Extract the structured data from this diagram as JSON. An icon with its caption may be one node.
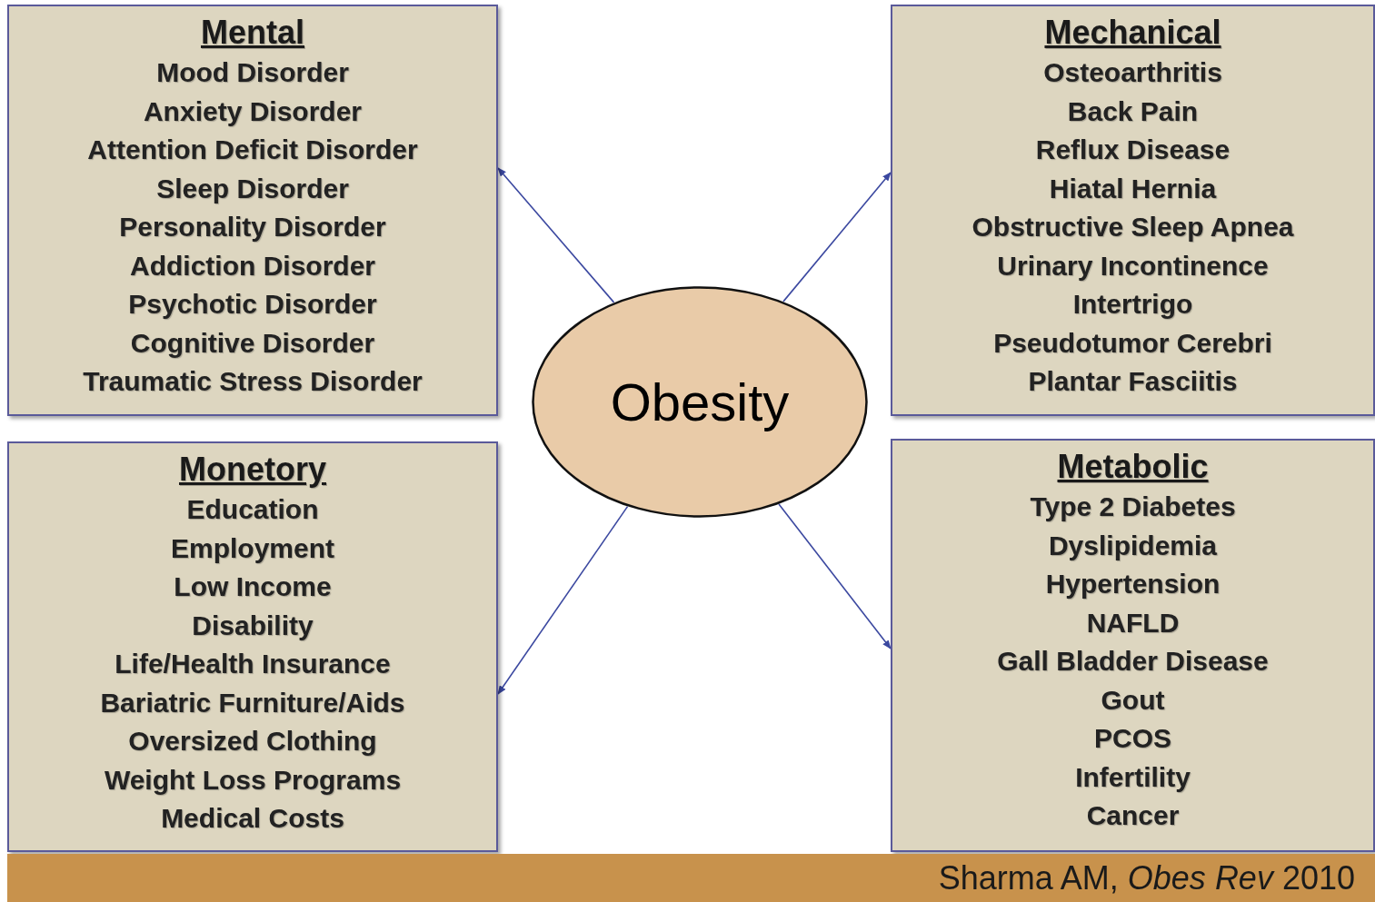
{
  "diagram": {
    "nodes": [
      {
        "text": [
          "Mental",
          "Mood Disorder",
          "Anxiety Disorder",
          "Attention Deficit Disorder",
          "Sleep Disorder",
          "Personality Disorder",
          "Addiction Disorder",
          "Psychotic Disorder",
          "Cognitive Disorder",
          "Traumatic Stress Disorder"
        ]
      },
      {
        "text": [
          "Mechanical",
          "Osteoarthritis",
          "Back Pain",
          "Reflux Disease",
          "Hiatal Hernia",
          "Obstructive Sleep Apnea",
          "Urinary Incontinence",
          "Intertrigo",
          "Pseudotumor Cerebri",
          "Plantar Fasciitis"
        ]
      },
      {
        "text": [
          "Obesity"
        ]
      },
      {
        "text": [
          "Monetory",
          "Education",
          "Employment",
          "Low Income",
          "Disability",
          "Life/Health Insurance",
          "Bariatric Furniture/Aids",
          "Oversized Clothing",
          "Weight Loss Programs",
          "Medical Costs"
        ]
      },
      {
        "text": [
          "Metabolic",
          "Type 2 Diabetes",
          "Dyslipidemia",
          "Hypertension",
          "NAFLD",
          "Gall Bladder Disease",
          "Gout",
          "PCOS",
          "Infertility",
          "Cancer"
        ]
      }
    ],
    "edges": [
      {
        "from": 2,
        "to": 0,
        "arrow": "to"
      },
      {
        "from": 2,
        "to": 1,
        "arrow": "to"
      },
      {
        "from": 2,
        "to": 3,
        "arrow": "to"
      },
      {
        "from": 2,
        "to": 4,
        "arrow": "to"
      }
    ],
    "labels": [
      "Sharma AM, *Obes Rev* 2010"
    ]
  }
}
